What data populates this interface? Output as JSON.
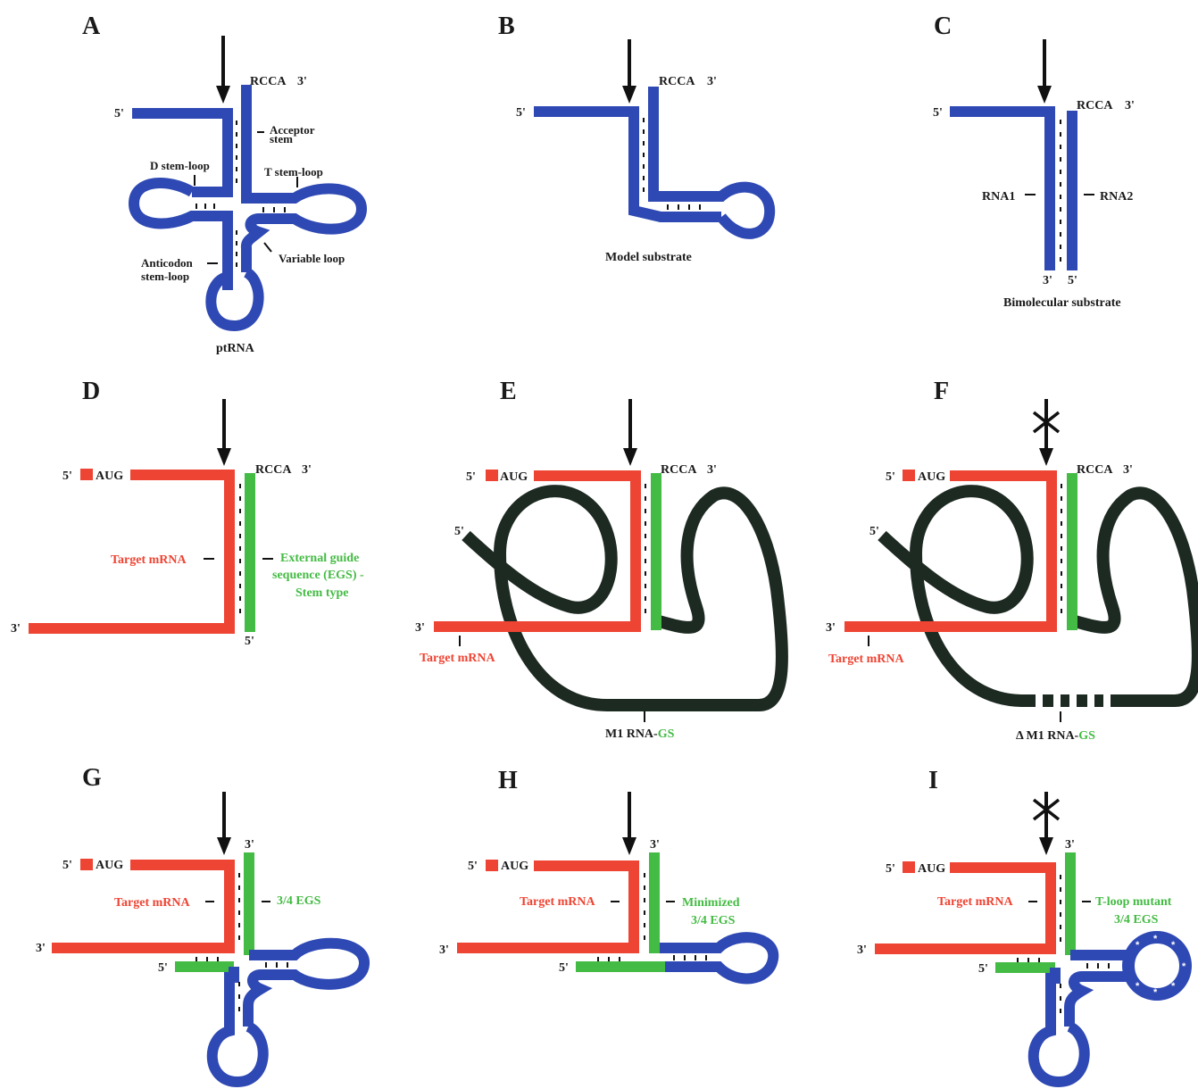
{
  "colors": {
    "blue": "#2f49b4",
    "red": "#ee4433",
    "green": "#44bb44",
    "dark": "#1d2a22",
    "text": "#1a1a1a"
  },
  "panels": {
    "A": {
      "letter": "A",
      "rcca": "RCCA",
      "three": "3'",
      "five": "5'",
      "acceptor1": "Acceptor",
      "acceptor2": "stem",
      "dstem": "D stem-loop",
      "tstem": "T stem-loop",
      "variable": "Variable loop",
      "anticodon1": "Anticodon",
      "anticodon2": "stem-loop",
      "caption": "ptRNA"
    },
    "B": {
      "letter": "B",
      "rcca": "RCCA",
      "three": "3'",
      "five": "5'",
      "caption": "Model substrate"
    },
    "C": {
      "letter": "C",
      "rcca": "RCCA",
      "three": "3'",
      "five": "5'",
      "rna1": "RNA1",
      "rna2": "RNA2",
      "bottom3": "3'",
      "bottom5": "5'",
      "caption": "Bimolecular substrate"
    },
    "D": {
      "letter": "D",
      "five": "5'",
      "aug": "AUG",
      "rcca": "RCCA",
      "three": "3'",
      "target": "Target mRNA",
      "egs1": "External guide",
      "egs2": "sequence (EGS) -",
      "egs3": "Stem type",
      "left3": "3'",
      "bottom5": "5'"
    },
    "E": {
      "letter": "E",
      "five": "5'",
      "aug": "AUG",
      "rcca": "RCCA",
      "three": "3'",
      "m1five": "5'",
      "left3": "3'",
      "target": "Target mRNA",
      "m1": "M1 RNA-",
      "gs": "GS"
    },
    "F": {
      "letter": "F",
      "five": "5'",
      "aug": "AUG",
      "rcca": "RCCA",
      "three": "3'",
      "m1five": "5'",
      "left3": "3'",
      "target": "Target mRNA",
      "m1": "Δ M1 RNA-",
      "gs": "GS"
    },
    "G": {
      "letter": "G",
      "five": "5'",
      "aug": "AUG",
      "three": "3'",
      "target": "Target mRNA",
      "egs": "3/4 EGS",
      "left3": "3'",
      "egs5": "5'"
    },
    "H": {
      "letter": "H",
      "five": "5'",
      "aug": "AUG",
      "three": "3'",
      "target": "Target mRNA",
      "egs1": "Minimized",
      "egs2": "3/4 EGS",
      "left3": "3'",
      "egs5": "5'"
    },
    "I": {
      "letter": "I",
      "five": "5'",
      "aug": "AUG",
      "three": "3'",
      "target": "Target mRNA",
      "egs1": "T-loop mutant",
      "egs2": "3/4 EGS",
      "left3": "3'",
      "egs5": "5'"
    }
  }
}
